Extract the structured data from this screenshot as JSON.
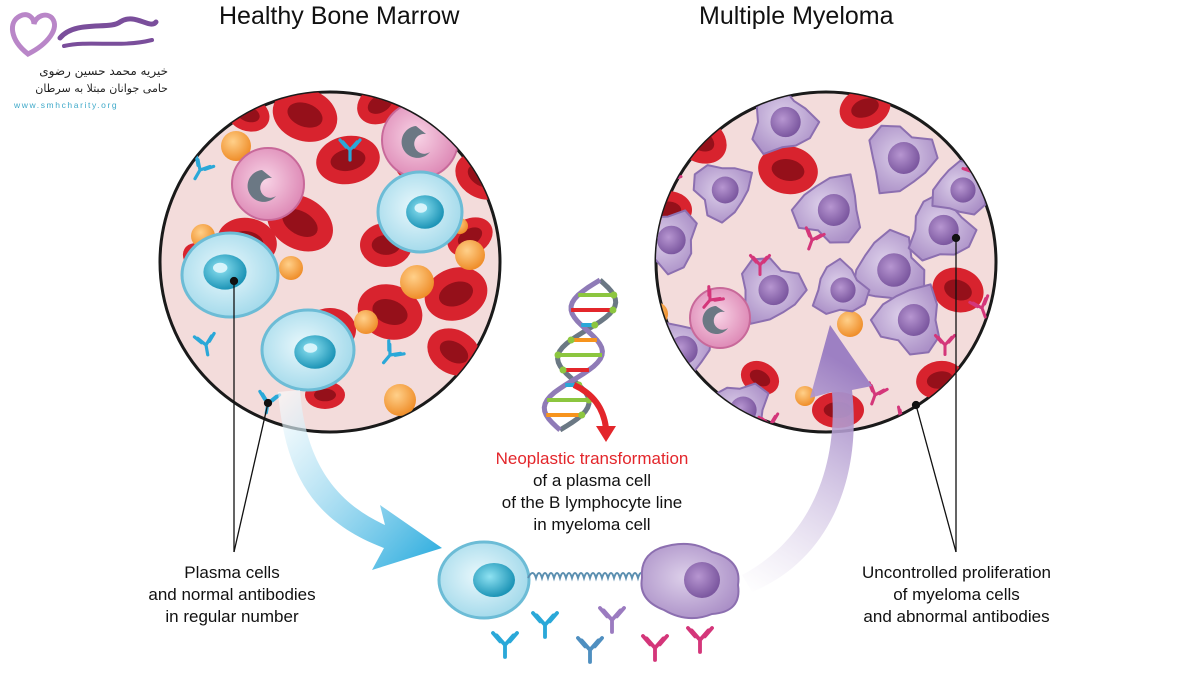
{
  "logo": {
    "line1": "خیریه محمد حسین رضوی",
    "line2": "حامی جوانان مبتلا به سرطان",
    "url": "www.smhcharity.org"
  },
  "titles": {
    "healthy": "Healthy Bone Marrow",
    "myeloma": "Multiple Myeloma"
  },
  "captions": {
    "plasma": [
      "Plasma cells",
      "and normal antibodies",
      "in regular number"
    ],
    "transformation": {
      "highlight": "Neoplastic transformation",
      "lines": [
        "of a plasma cell",
        "of the B lymphocyte line",
        "in myeloma cell"
      ]
    },
    "proliferation": [
      "Uncontrolled proliferation",
      "of myeloma cells",
      "and abnormal antibodies"
    ]
  },
  "colors": {
    "red_cell": "#d6202c",
    "plasma_cell": "#7fcde3",
    "myeloma_cell": "#a98bc4",
    "antibody_blue": "#2aa8d8",
    "antibody_pink": "#d4367a",
    "highlight_text": "#e3262b",
    "marrow_bg": "#f3dcdb"
  }
}
